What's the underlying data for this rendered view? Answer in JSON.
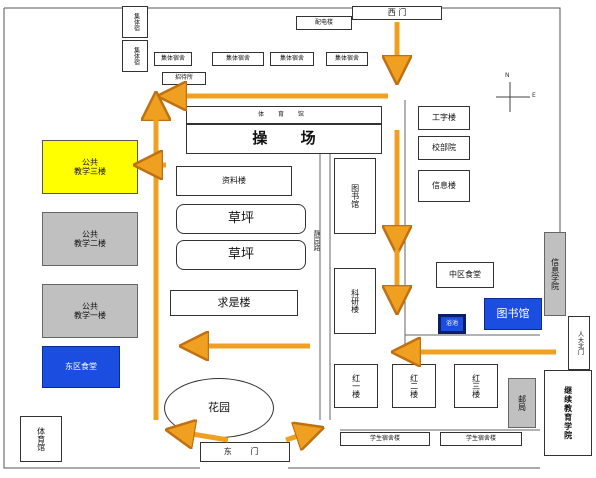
{
  "buildings": {
    "west_gate": "西 门",
    "east_gate": "东 门",
    "yuzhen_building": "配电楼",
    "top_left_bldg_1": "集体宿",
    "top_left_bldg_2": "集体宿",
    "row_bldg_1": "集体宿舍",
    "row_bldg_2": "集体宿舍",
    "row_bldg_3": "集体宿舍",
    "row_bldg_4": "集体宿舍",
    "small_bldg": "招待所",
    "stadium_top": "体 育 馆",
    "playground": "操 场",
    "archives": "资料楼",
    "lawn_1": "草坪",
    "lawn_2": "草坪",
    "qiushi": "求是楼",
    "garden": "花园",
    "gym": "体育馆",
    "library_old": "图书馆",
    "research": "科研楼",
    "road_label": "静园路",
    "engineering": "工字楼",
    "admin": "校部院",
    "info_bldg": "信息楼",
    "info_school": "信息学院",
    "zhongqu_canteen": "中区食堂",
    "bathhouse": "浴池",
    "library": "图书馆",
    "north_gate": "人大北门",
    "continuing_edu": "继续教育学院",
    "hong_1": "红一楼",
    "hong_2": "红二楼",
    "hong_3": "红三楼",
    "post_office": "邮局",
    "dorm_1": "学生宿舍楼",
    "dorm_2": "学生宿舍楼",
    "dongqu_canteen": "东区食堂",
    "teaching_3_line1": "公共",
    "teaching_3_line2": "教学三楼",
    "teaching_2_line1": "公共",
    "teaching_2_line2": "教学二楼",
    "teaching_1_line1": "公共",
    "teaching_1_line2": "教学一楼"
  },
  "compass": {
    "north_label": "N",
    "east_label": "E"
  },
  "colors": {
    "route_arrow": "#f0a020",
    "highlight_yellow": "#ffff00",
    "teaching_gray": "#c0c0c0",
    "canteen_blue": "#1a4de0"
  }
}
